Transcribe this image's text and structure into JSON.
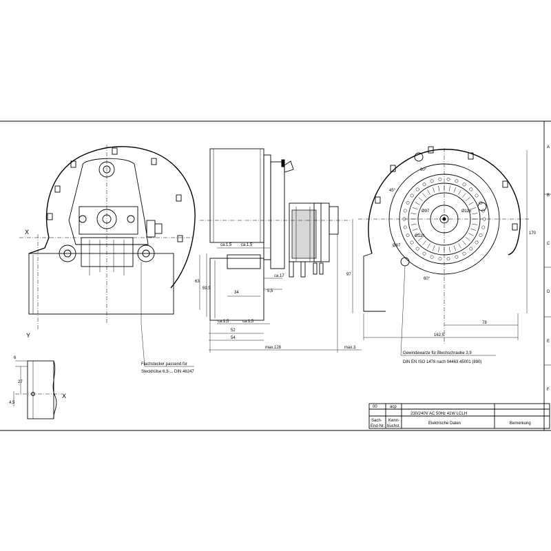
{
  "views": {
    "front": {
      "axis_x": "X",
      "axis_y": "Y"
    },
    "side": {
      "dims": [
        "ca.1,5",
        "ca.1,5",
        "63",
        "59,5",
        "34",
        "5,5",
        "ca.17",
        "ca.1,5",
        "ca.1,5",
        "52",
        "54",
        "max.128",
        "max.3"
      ]
    },
    "rear": {
      "dims": [
        "45°",
        "60°",
        "Ø97",
        "Ø116",
        "Ø110",
        "Ø97",
        "60°",
        "170",
        "97",
        "78",
        "162,5"
      ]
    }
  },
  "connector_note": {
    "line1": "Flachstecker passend für",
    "line2": "Steckhülse 6,3-... DIN 46247"
  },
  "screw_note": {
    "line1": "Gewindewarze für Blechschraube 3,9",
    "line2": "DIN EN ISO 1478 nach 04463 45001 (890)"
  },
  "detail": {
    "dims": [
      "6",
      "27",
      "4,5"
    ],
    "axis": "X"
  },
  "title_block": {
    "row_values": [
      "00",
      "acp",
      "230/240V AC 50Hz 41W LCLH"
    ],
    "head_1": "Sach-\nEnd-Nr.",
    "head_1a": "Sach-",
    "head_1b": "End-Nr.",
    "head_2a": "Kenn-",
    "head_2b": "buchst.",
    "head_3": "Elektrische Daten",
    "head_4": "Bemerkung"
  },
  "border_letters": [
    "A",
    "B",
    "C",
    "D",
    "E",
    "F"
  ]
}
